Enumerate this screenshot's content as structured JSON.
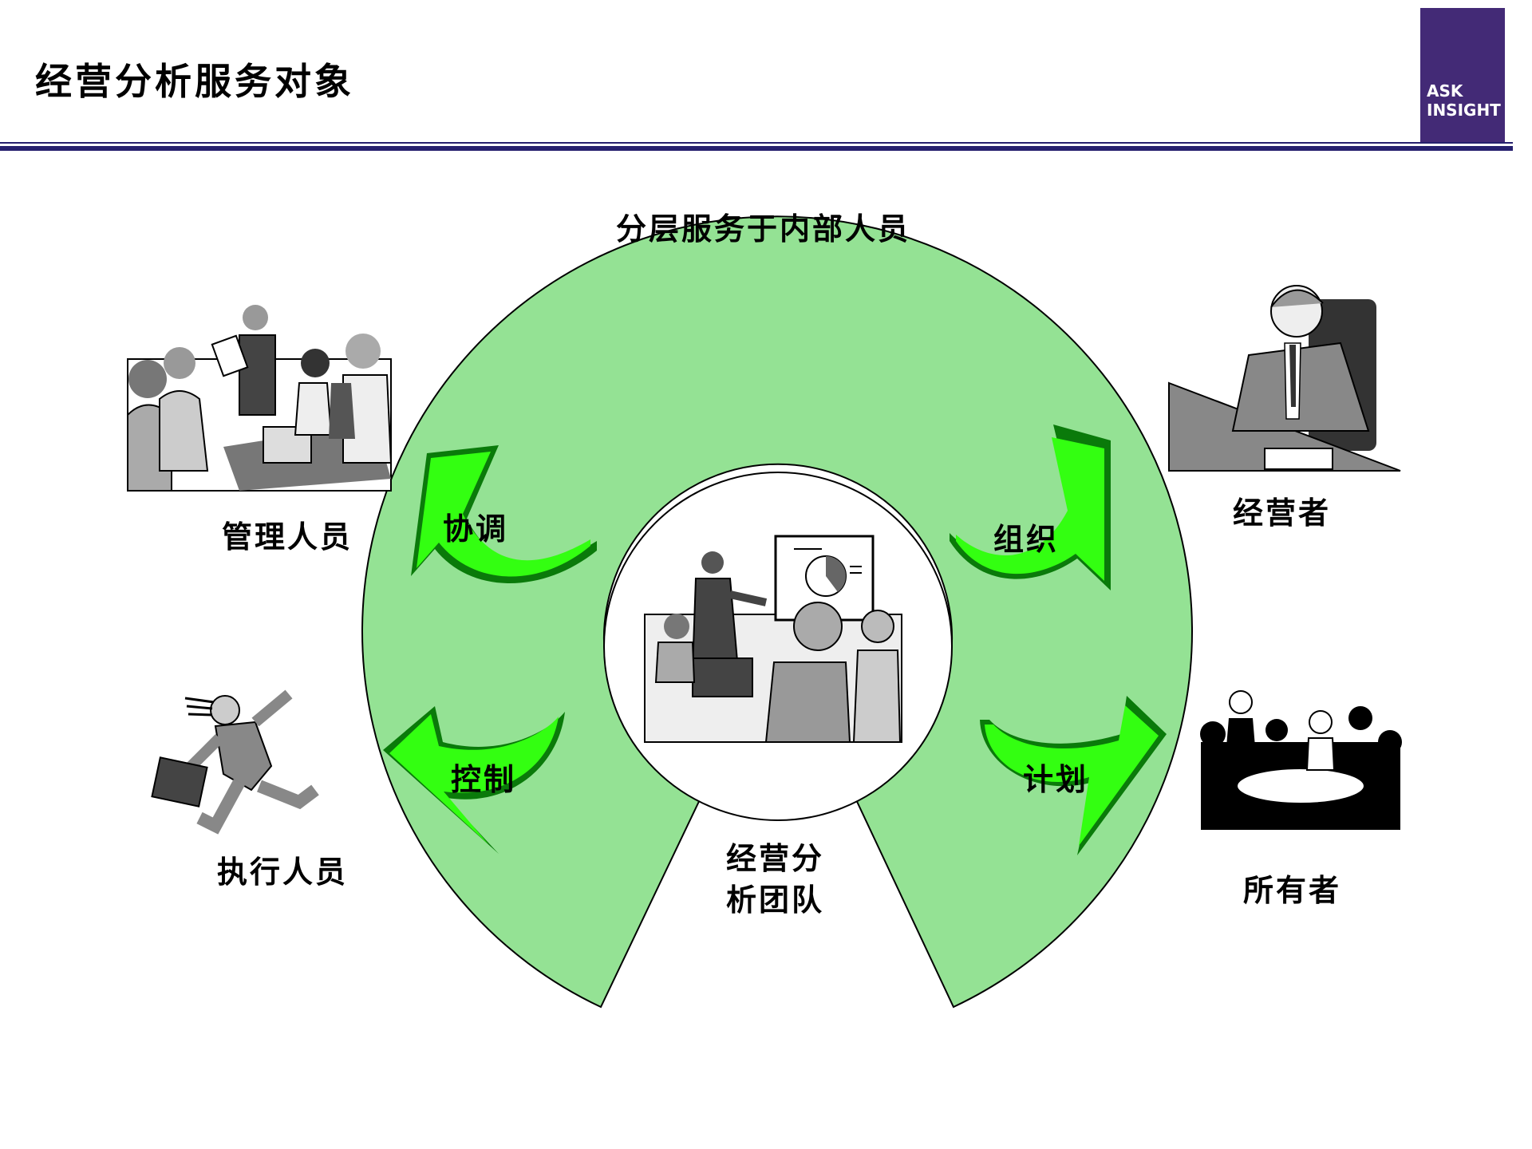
{
  "header": {
    "title": "经营分析服务对象",
    "brand_logo_text": "ASK\nINSIGHT",
    "accent_color": "#432a76"
  },
  "diagram": {
    "top_label": "分层服务于内部人员",
    "center_label": "经营分\n析团队",
    "ring_color": "#94e294",
    "arrow_color": "#33ff11",
    "arrow_shadow_color": "#0a7a0a",
    "left_groups": [
      {
        "label": "管理人员",
        "picture": "meeting-group"
      },
      {
        "label": "执行人员",
        "picture": "running-businessman"
      }
    ],
    "right_groups": [
      {
        "label": "经营者",
        "picture": "executive-at-desk"
      },
      {
        "label": "所有者",
        "picture": "owners-meeting"
      }
    ],
    "functions": [
      "协调",
      "控制",
      "组织",
      "计划"
    ],
    "center_picture": "presentation-team"
  }
}
